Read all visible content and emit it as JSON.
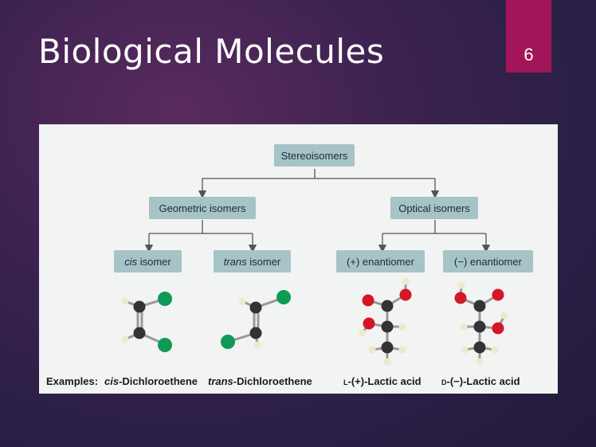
{
  "slide": {
    "title": "Biological Molecules",
    "number": "6",
    "accent_color": "#a3155a"
  },
  "diagram": {
    "root": "Stereoisomers",
    "branches": [
      {
        "label": "Geometric isomers"
      },
      {
        "label": "Optical isomers"
      }
    ],
    "leaves": [
      {
        "italic": "cis",
        "rest": " isomer"
      },
      {
        "italic": "trans",
        "rest": " isomer"
      },
      {
        "label": "(+) enantiomer"
      },
      {
        "label": "(−) enantiomer"
      }
    ],
    "examples": {
      "prefix": "Examples:",
      "ex1_italic": "cis",
      "ex1_rest": "-Dichloroethene",
      "ex2_italic": "trans",
      "ex2_rest": "-Dichloroethene",
      "ex3_small": "L",
      "ex3_rest": "-(+)-Lactic acid",
      "ex4_small": "D",
      "ex4_rest": "-(−)-Lactic acid"
    },
    "box_color": "#a6c3c8",
    "atom_colors": {
      "carbon": "#333333",
      "hydrogen": "#f0ead0",
      "chlorine": "#0e9a55",
      "oxygen": "#d41627"
    }
  }
}
